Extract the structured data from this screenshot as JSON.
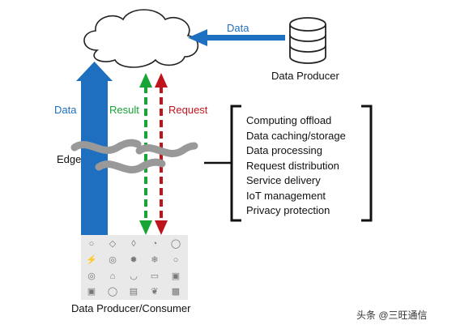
{
  "labels": {
    "data_top": "Data",
    "data_producer": "Data Producer",
    "data_left": "Data",
    "result": "Result",
    "request": "Request",
    "edge": "Edge",
    "consumer": "Data Producer/Consumer"
  },
  "functions": [
    "Computing offload",
    "Data caching/storage",
    "Data processing",
    "Request distribution",
    "Service delivery",
    "IoT management",
    "Privacy protection"
  ],
  "device_icons": [
    "bulb-icon",
    "drop-icon",
    "hand-icon",
    "gauge-icon",
    "key-icon",
    "bolt-icon",
    "target-icon",
    "fan-icon",
    "snowflake-icon",
    "circle-icon",
    "ring-icon",
    "house-icon",
    "dome-icon",
    "screen-icon",
    "box-icon",
    "camera-icon",
    "ring-icon",
    "clipboard-icon",
    "leaf-icon",
    "radio-icon"
  ],
  "watermark": "头条 @三旺通信",
  "colors": {
    "data": "#1f6fc0",
    "result": "#17a535",
    "request": "#c0141c",
    "cloud_stroke": "#222222",
    "wave": "#999999"
  }
}
